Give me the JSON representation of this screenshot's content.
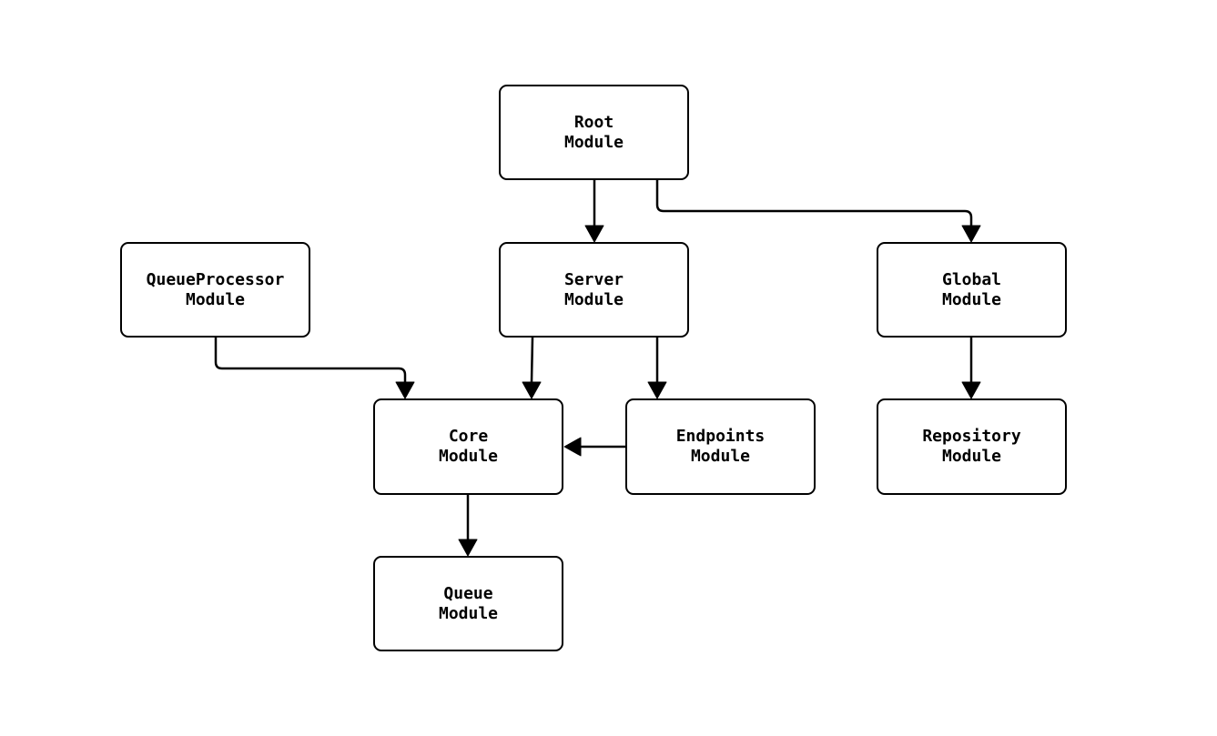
{
  "diagram": {
    "colors": {
      "background": "#ffffff",
      "node_fill": "#ffffff",
      "stroke": "#000000",
      "text": "#000000"
    },
    "nodes": [
      {
        "id": "root",
        "label": "Root\nModule"
      },
      {
        "id": "queueprocessor",
        "label": "QueueProcessor\nModule"
      },
      {
        "id": "server",
        "label": "Server\nModule"
      },
      {
        "id": "global",
        "label": "Global\nModule"
      },
      {
        "id": "core",
        "label": "Core\nModule"
      },
      {
        "id": "endpoints",
        "label": "Endpoints\nModule"
      },
      {
        "id": "repository",
        "label": "Repository\nModule"
      },
      {
        "id": "queue",
        "label": "Queue\nModule"
      }
    ],
    "edges": [
      {
        "from": "Root Module",
        "to": "Server Module"
      },
      {
        "from": "Root Module",
        "to": "Global Module"
      },
      {
        "from": "QueueProcessor Module",
        "to": "Core Module"
      },
      {
        "from": "Server Module",
        "to": "Core Module"
      },
      {
        "from": "Server Module",
        "to": "Endpoints Module"
      },
      {
        "from": "Endpoints Module",
        "to": "Core Module"
      },
      {
        "from": "Global Module",
        "to": "Repository Module"
      },
      {
        "from": "Core Module",
        "to": "Queue Module"
      }
    ]
  }
}
